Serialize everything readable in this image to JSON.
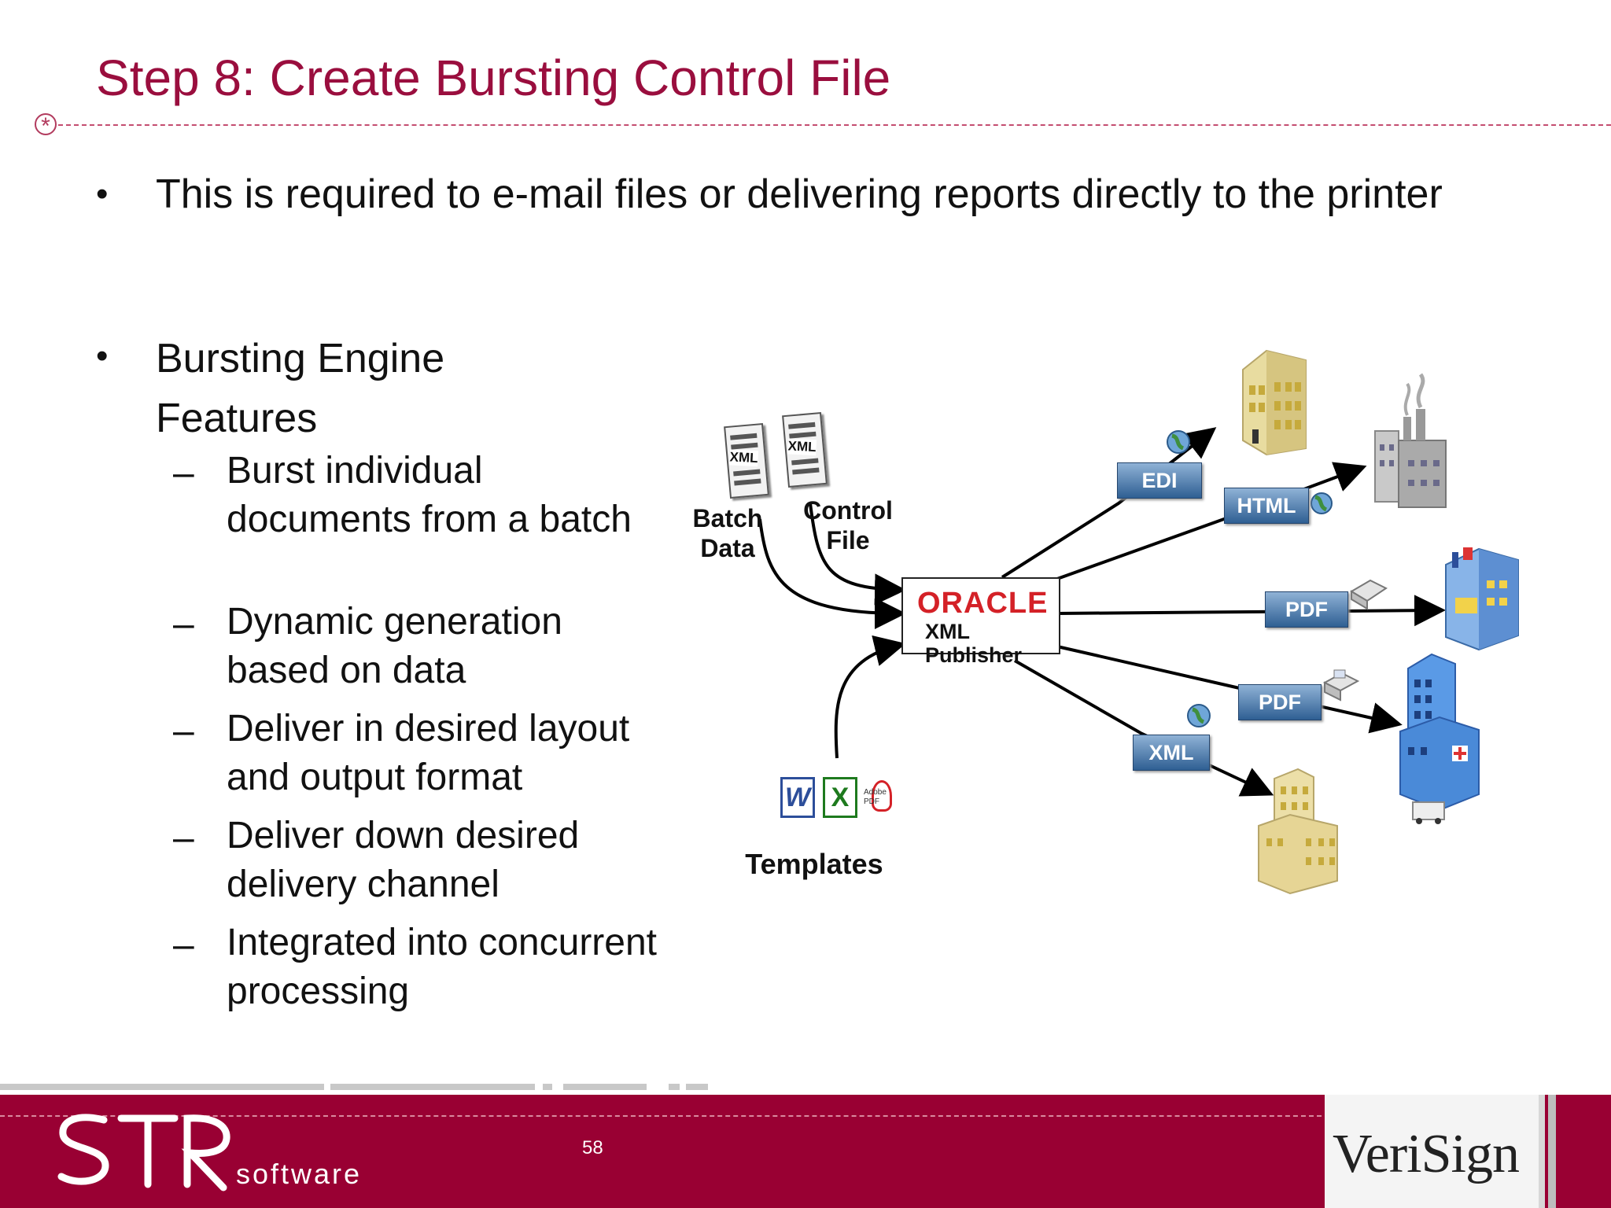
{
  "slide": {
    "title": "Step 8: Create Bursting Control File",
    "bullet1": "This is required to e-mail files or delivering reports directly to the printer",
    "bullet2": "Bursting Engine Features",
    "subpoints": [
      "Burst individual documents from a batch",
      "Dynamic generation based on data",
      "Deliver in desired layout and output format",
      "Deliver down desired delivery channel",
      "Integrated into concurrent processing"
    ]
  },
  "diagram": {
    "batch_label": "Batch Data",
    "control_label": "Control File",
    "doc_tag": "XML",
    "templates_label": "Templates",
    "oracle_logo": "ORACLE",
    "oracle_sub": "XML Publisher",
    "adobe_label": "Adobe PDF",
    "outputs": [
      "EDI",
      "HTML",
      "PDF",
      "PDF",
      "XML"
    ]
  },
  "footer": {
    "brand_text": "software",
    "page_number": "58",
    "partner_logo": "VeriSign"
  },
  "colors": {
    "accent": "#9a0e3e",
    "footer": "#990033",
    "tag_blue": "#2f5f93"
  }
}
